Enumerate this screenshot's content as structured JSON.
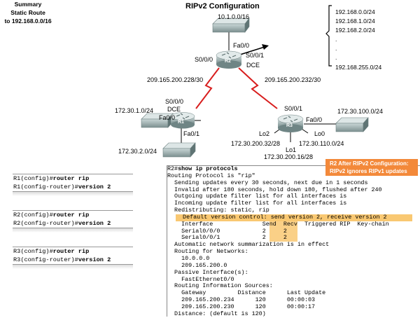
{
  "title": "RIPv2 Configuration",
  "summary": {
    "line1": "Summary",
    "line2": "Static Route",
    "line3": "to 192.168.0.0/16"
  },
  "network_list": [
    "192.168.0.0/24",
    "192.168.1.0/24",
    "192.168.2.0/24",
    ".",
    ".",
    ".",
    "192.168.255.0/24"
  ],
  "topology": {
    "r2": {
      "name": "R2",
      "lan": "10.1.0.0/16",
      "fa": "Fa0/0",
      "s0": "S0/0/0",
      "s1": "S0/0/1",
      "dce": "DCE"
    },
    "r1": {
      "name": "R1",
      "s0": "S0/0/0",
      "dce": "DCE",
      "fa0": "Fa0/0",
      "fa1": "Fa0/1",
      "lan0": "172.30.1.0/24",
      "lan1": "172.30.2.0/24"
    },
    "r3": {
      "name": "R3",
      "s1": "S0/0/1",
      "fa": "Fa0/0",
      "lan": "172.30.100.0/24",
      "lo2": "Lo2",
      "lo1": "Lo1",
      "lo0": "Lo0",
      "lo2_net": "172.30.200.32/28",
      "lo1_net": "172.30.200.16/28",
      "lo0_net": "172.30.110.0/24"
    },
    "link_left": "209.165.200.228/30",
    "link_right": "209.165.200.232/30"
  },
  "config_boxes": [
    {
      "lines": [
        {
          "prompt": "R1(config)#",
          "cmd": "router rip"
        },
        {
          "prompt": "R1(config-router)#",
          "cmd": "version 2"
        }
      ]
    },
    {
      "lines": [
        {
          "prompt": "R2(config)#",
          "cmd": "router rip"
        },
        {
          "prompt": "R2(config-router)#",
          "cmd": "version 2"
        }
      ]
    },
    {
      "lines": [
        {
          "prompt": "R3(config)#",
          "cmd": "router rip"
        },
        {
          "prompt": "R3(config-router)#",
          "cmd": "version 2"
        }
      ]
    }
  ],
  "note": {
    "line1": "R2 After RIPv2 Configuration:",
    "line2": "RIPv2 ignores RIPv1 updates"
  },
  "terminal": {
    "prompt": "R2#",
    "command": "show ip protocols",
    "lines": [
      "Routing Protocol is \"rip\"",
      "  Sending updates every 30 seconds, next due in 1 seconds",
      "  Invalid after 180 seconds, hold down 180, flushed after 240",
      "  Outgoing update filter list for all interfaces is",
      "  Incoming update filter list for all interfaces is",
      "  Redistributing: static, rip",
      "  Default version control: send version 2, receive version 2",
      "    Interface              Send  Recv  Triggered RIP  Key-chain",
      "    Serial0/0/0            2     2",
      "    Serial0/0/1            2     2",
      "  Automatic network summarization is in effect",
      "  Routing for Networks:",
      "    10.0.0.0",
      "    209.165.200.0",
      "  Passive Interface(s):",
      "    FastEthernet0/0",
      "  Routing Information Sources:",
      "    Gateway         Distance      Last Update",
      "    209.165.200.234      120      00:00:03",
      "    209.165.200.230      120      00:00:17",
      "  Distance: (default is 120)"
    ]
  },
  "colors": {
    "wan_link": "#d81e1e",
    "highlight": "#f9c872",
    "note_bg": "#f3893a"
  }
}
